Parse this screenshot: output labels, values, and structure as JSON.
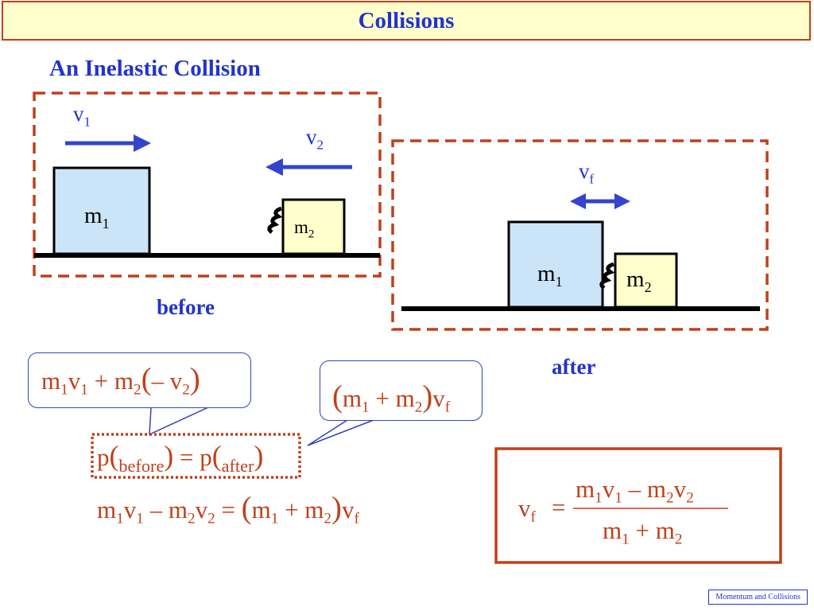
{
  "slide": {
    "title": "Collisions",
    "subtitle": "An Inelastic Collision",
    "before_label": "before",
    "after_label": "after",
    "footer": "Momentum and Collisions"
  },
  "before_scene": {
    "v1": "v",
    "v1_sub": "1",
    "v2": "v",
    "v2_sub": "2",
    "m1": "m",
    "m1_sub": "1",
    "m2": "m",
    "m2_sub": "2"
  },
  "after_scene": {
    "vf": "v",
    "vf_sub": "f",
    "m1": "m",
    "m1_sub": "1",
    "m2": "m",
    "m2_sub": "2"
  },
  "equations": {
    "bubble_left": {
      "a": "m",
      "a_sub": "1",
      "b": "v",
      "b_sub": "1",
      "plus": " + ",
      "c": "m",
      "c_sub": "2",
      "open": "(",
      "minus": "– ",
      "d": "v",
      "d_sub": "2",
      "close": ")"
    },
    "bubble_right": {
      "open": "(",
      "a": "m",
      "a_sub": "1",
      "plus": " + ",
      "b": "m",
      "b_sub": "2",
      "close": ")",
      "c": "v",
      "c_sub": "f"
    },
    "momentum": {
      "p1": "p",
      "p1_arg": "before",
      "eq": " = ",
      "p2": "p",
      "p2_arg": "after"
    },
    "expanded": {
      "a": "m",
      "a_sub": "1",
      "b": "v",
      "b_sub": "1",
      "minus": " – ",
      "c": "m",
      "c_sub": "2",
      "d": "v",
      "d_sub": "2",
      "eq": " = ",
      "open": "(",
      "e": "m",
      "e_sub": "1",
      "plus": " + ",
      "f": "m",
      "f_sub": "2",
      "close": ")",
      "g": "v",
      "g_sub": "f"
    },
    "result": {
      "lhs": "v",
      "lhs_sub": "f",
      "eq": "=",
      "num_a": "m",
      "num_a_sub": "1",
      "num_b": "v",
      "num_b_sub": "1",
      "num_minus": " – ",
      "num_c": "m",
      "num_c_sub": "2",
      "num_d": "v",
      "num_d_sub": "2",
      "den_a": "m",
      "den_a_sub": "1",
      "den_plus": " + ",
      "den_b": "m",
      "den_b_sub": "2"
    }
  },
  "colors": {
    "title_bg": "#ffffcc",
    "accent_red": "#c0401a",
    "text_blue": "#2233cc",
    "mass1_fill": "#cce4f7",
    "mass2_fill": "#ffffcc",
    "arrow_blue": "#3344cc"
  }
}
